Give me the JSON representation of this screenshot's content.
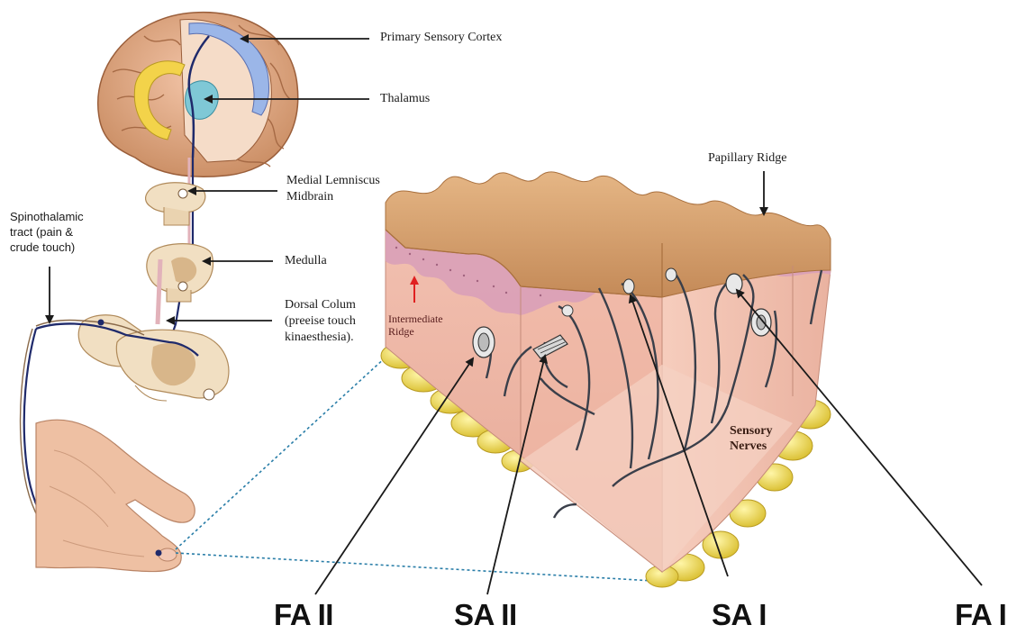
{
  "labels": {
    "primary_sensory_cortex": "Primary Sensory Cortex",
    "thalamus": "Thalamus",
    "medial_lemniscus_line1": "Medial Lemniscus",
    "medial_lemniscus_line2": "Midbrain",
    "medulla": "Medulla",
    "dorsal_column_line1": "Dorsal Colum",
    "dorsal_column_line2": "(preeise touch",
    "dorsal_column_line3": "kinaesthesia).",
    "spinothalamic_line1": "Spinothalamic",
    "spinothalamic_line2": "tract (pain &",
    "spinothalamic_line3": "crude touch)",
    "papillary_ridge": "Papillary  Ridge",
    "intermediate_ridge_line1": "Intermediate",
    "intermediate_ridge_line2": "Ridge",
    "sensory_nerves_line1": "Sensory",
    "sensory_nerves_line2": "Nerves"
  },
  "receptors": {
    "fa2": "FA II",
    "sa2": "SA II",
    "sa1": "SA I",
    "fa1": "FA I"
  },
  "colors": {
    "skin_top": "#d9a571",
    "dermis": "#eeb7a9",
    "fat": "#f0dc5a",
    "nerve": "#3a3f4a",
    "arrow": "#1a1a1a",
    "tract": "#1f2a6b",
    "red_arrow": "#e02020",
    "guide_dots": "#2a7ea8"
  }
}
